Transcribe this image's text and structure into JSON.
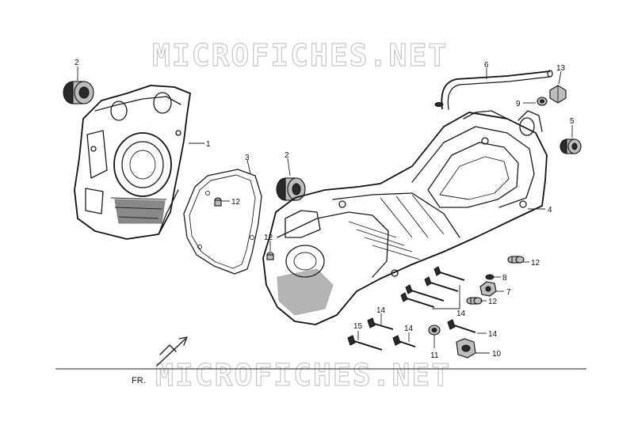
{
  "watermark": {
    "top_text": "MICROFICHES.NET",
    "bottom_text": "MICROFICHES.NET"
  },
  "direction_label": "FR.",
  "callouts": [
    {
      "id": "c2a",
      "label": "2"
    },
    {
      "id": "c1",
      "label": "1"
    },
    {
      "id": "c3",
      "label": "3"
    },
    {
      "id": "c12a",
      "label": "12"
    },
    {
      "id": "c2b",
      "label": "2"
    },
    {
      "id": "c12b",
      "label": "12"
    },
    {
      "id": "c6",
      "label": "6"
    },
    {
      "id": "c13",
      "label": "13"
    },
    {
      "id": "c9",
      "label": "9"
    },
    {
      "id": "c5",
      "label": "5"
    },
    {
      "id": "c4",
      "label": "4"
    },
    {
      "id": "c12c",
      "label": "12"
    },
    {
      "id": "c8",
      "label": "8"
    },
    {
      "id": "c7",
      "label": "7"
    },
    {
      "id": "c12d",
      "label": "12"
    },
    {
      "id": "c14a",
      "label": "14"
    },
    {
      "id": "c14b",
      "label": "14"
    },
    {
      "id": "c15",
      "label": "15"
    },
    {
      "id": "c14c",
      "label": "14"
    },
    {
      "id": "c11",
      "label": "11"
    },
    {
      "id": "c14d",
      "label": "14"
    },
    {
      "id": "c10",
      "label": "10"
    }
  ]
}
